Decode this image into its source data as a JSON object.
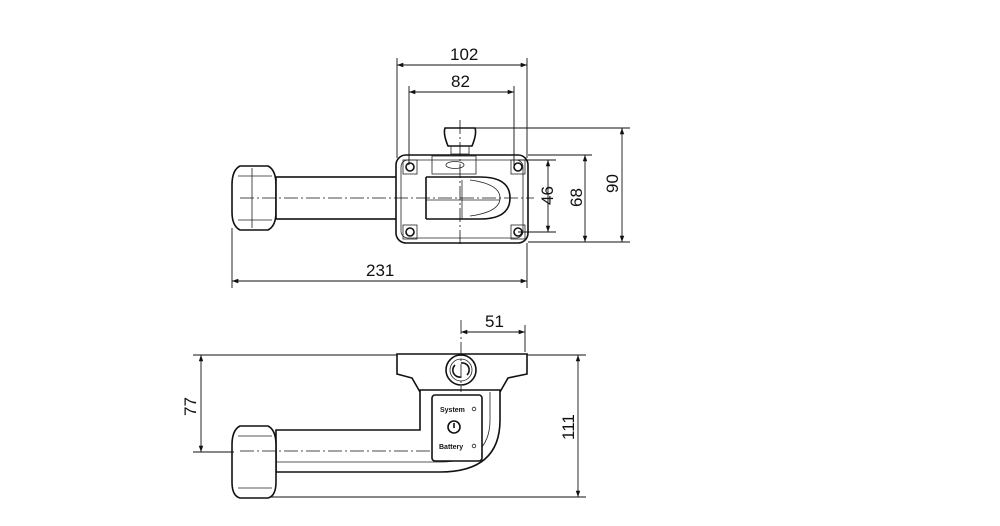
{
  "dimensions": {
    "top_view": {
      "overall_width": "102",
      "hole_spacing_x": "82",
      "hole_spacing_y": "46",
      "plate_height": "68",
      "overall_height": "90",
      "overall_length": "231"
    },
    "side_view": {
      "knob_offset": "51",
      "arm_height": "77",
      "overall_height": "111"
    }
  },
  "panel": {
    "system_label": "System",
    "battery_label": "Battery"
  }
}
